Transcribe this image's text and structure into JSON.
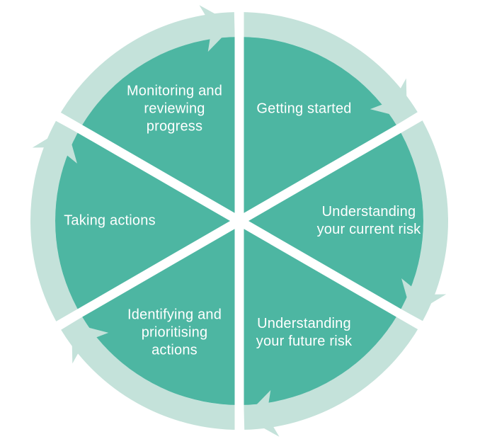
{
  "diagram": {
    "type": "cycle",
    "direction": "clockwise",
    "segment_count": 6,
    "colors": {
      "segment_fill": "#4DB6A2",
      "arrow_ring_fill": "#C4E2DA",
      "divider": "#FFFFFF",
      "label_text": "#FFFFFF",
      "background": "#FFFFFF"
    },
    "segments": [
      {
        "id": "getting-started",
        "text": "Getting started"
      },
      {
        "id": "understanding-current-risk",
        "text": "Understanding\nyour current risk"
      },
      {
        "id": "understanding-future-risk",
        "text": "Understanding\nyour future risk"
      },
      {
        "id": "identifying-prioritising-actions",
        "text": "Identifying and\nprioritising\nactions"
      },
      {
        "id": "taking-actions",
        "text": "Taking actions"
      },
      {
        "id": "monitoring-reviewing-progress",
        "text": "Monitoring and\nreviewing\nprogress"
      }
    ]
  }
}
